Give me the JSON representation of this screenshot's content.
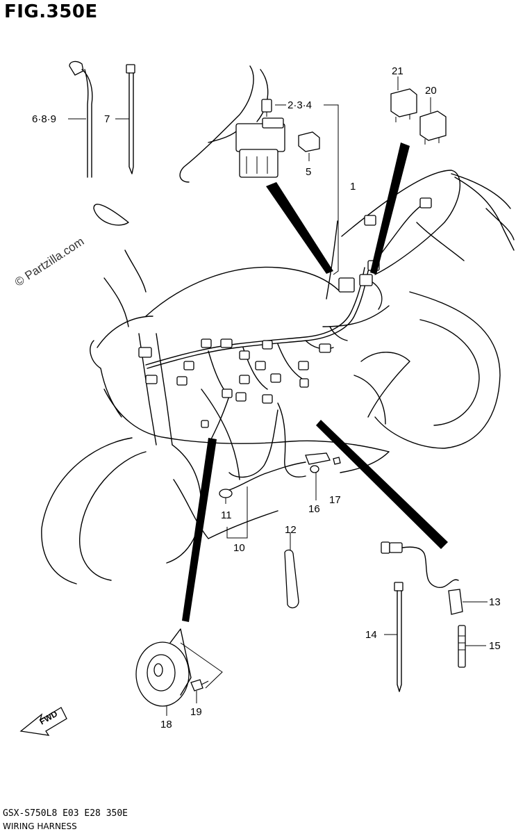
{
  "header": {
    "figure_title": "FIG.350E"
  },
  "watermark": "© Partzilla.com",
  "footer": {
    "code": "GSX-S750L8 E03 E28 350E",
    "name": "WIRING HARNESS"
  },
  "direction_marker": "FWD",
  "callouts": [
    "1",
    "2·3·4",
    "5",
    "6·8·9",
    "7",
    "10",
    "11",
    "12",
    "13",
    "14",
    "15",
    "16",
    "17",
    "18",
    "19",
    "20",
    "21"
  ]
}
